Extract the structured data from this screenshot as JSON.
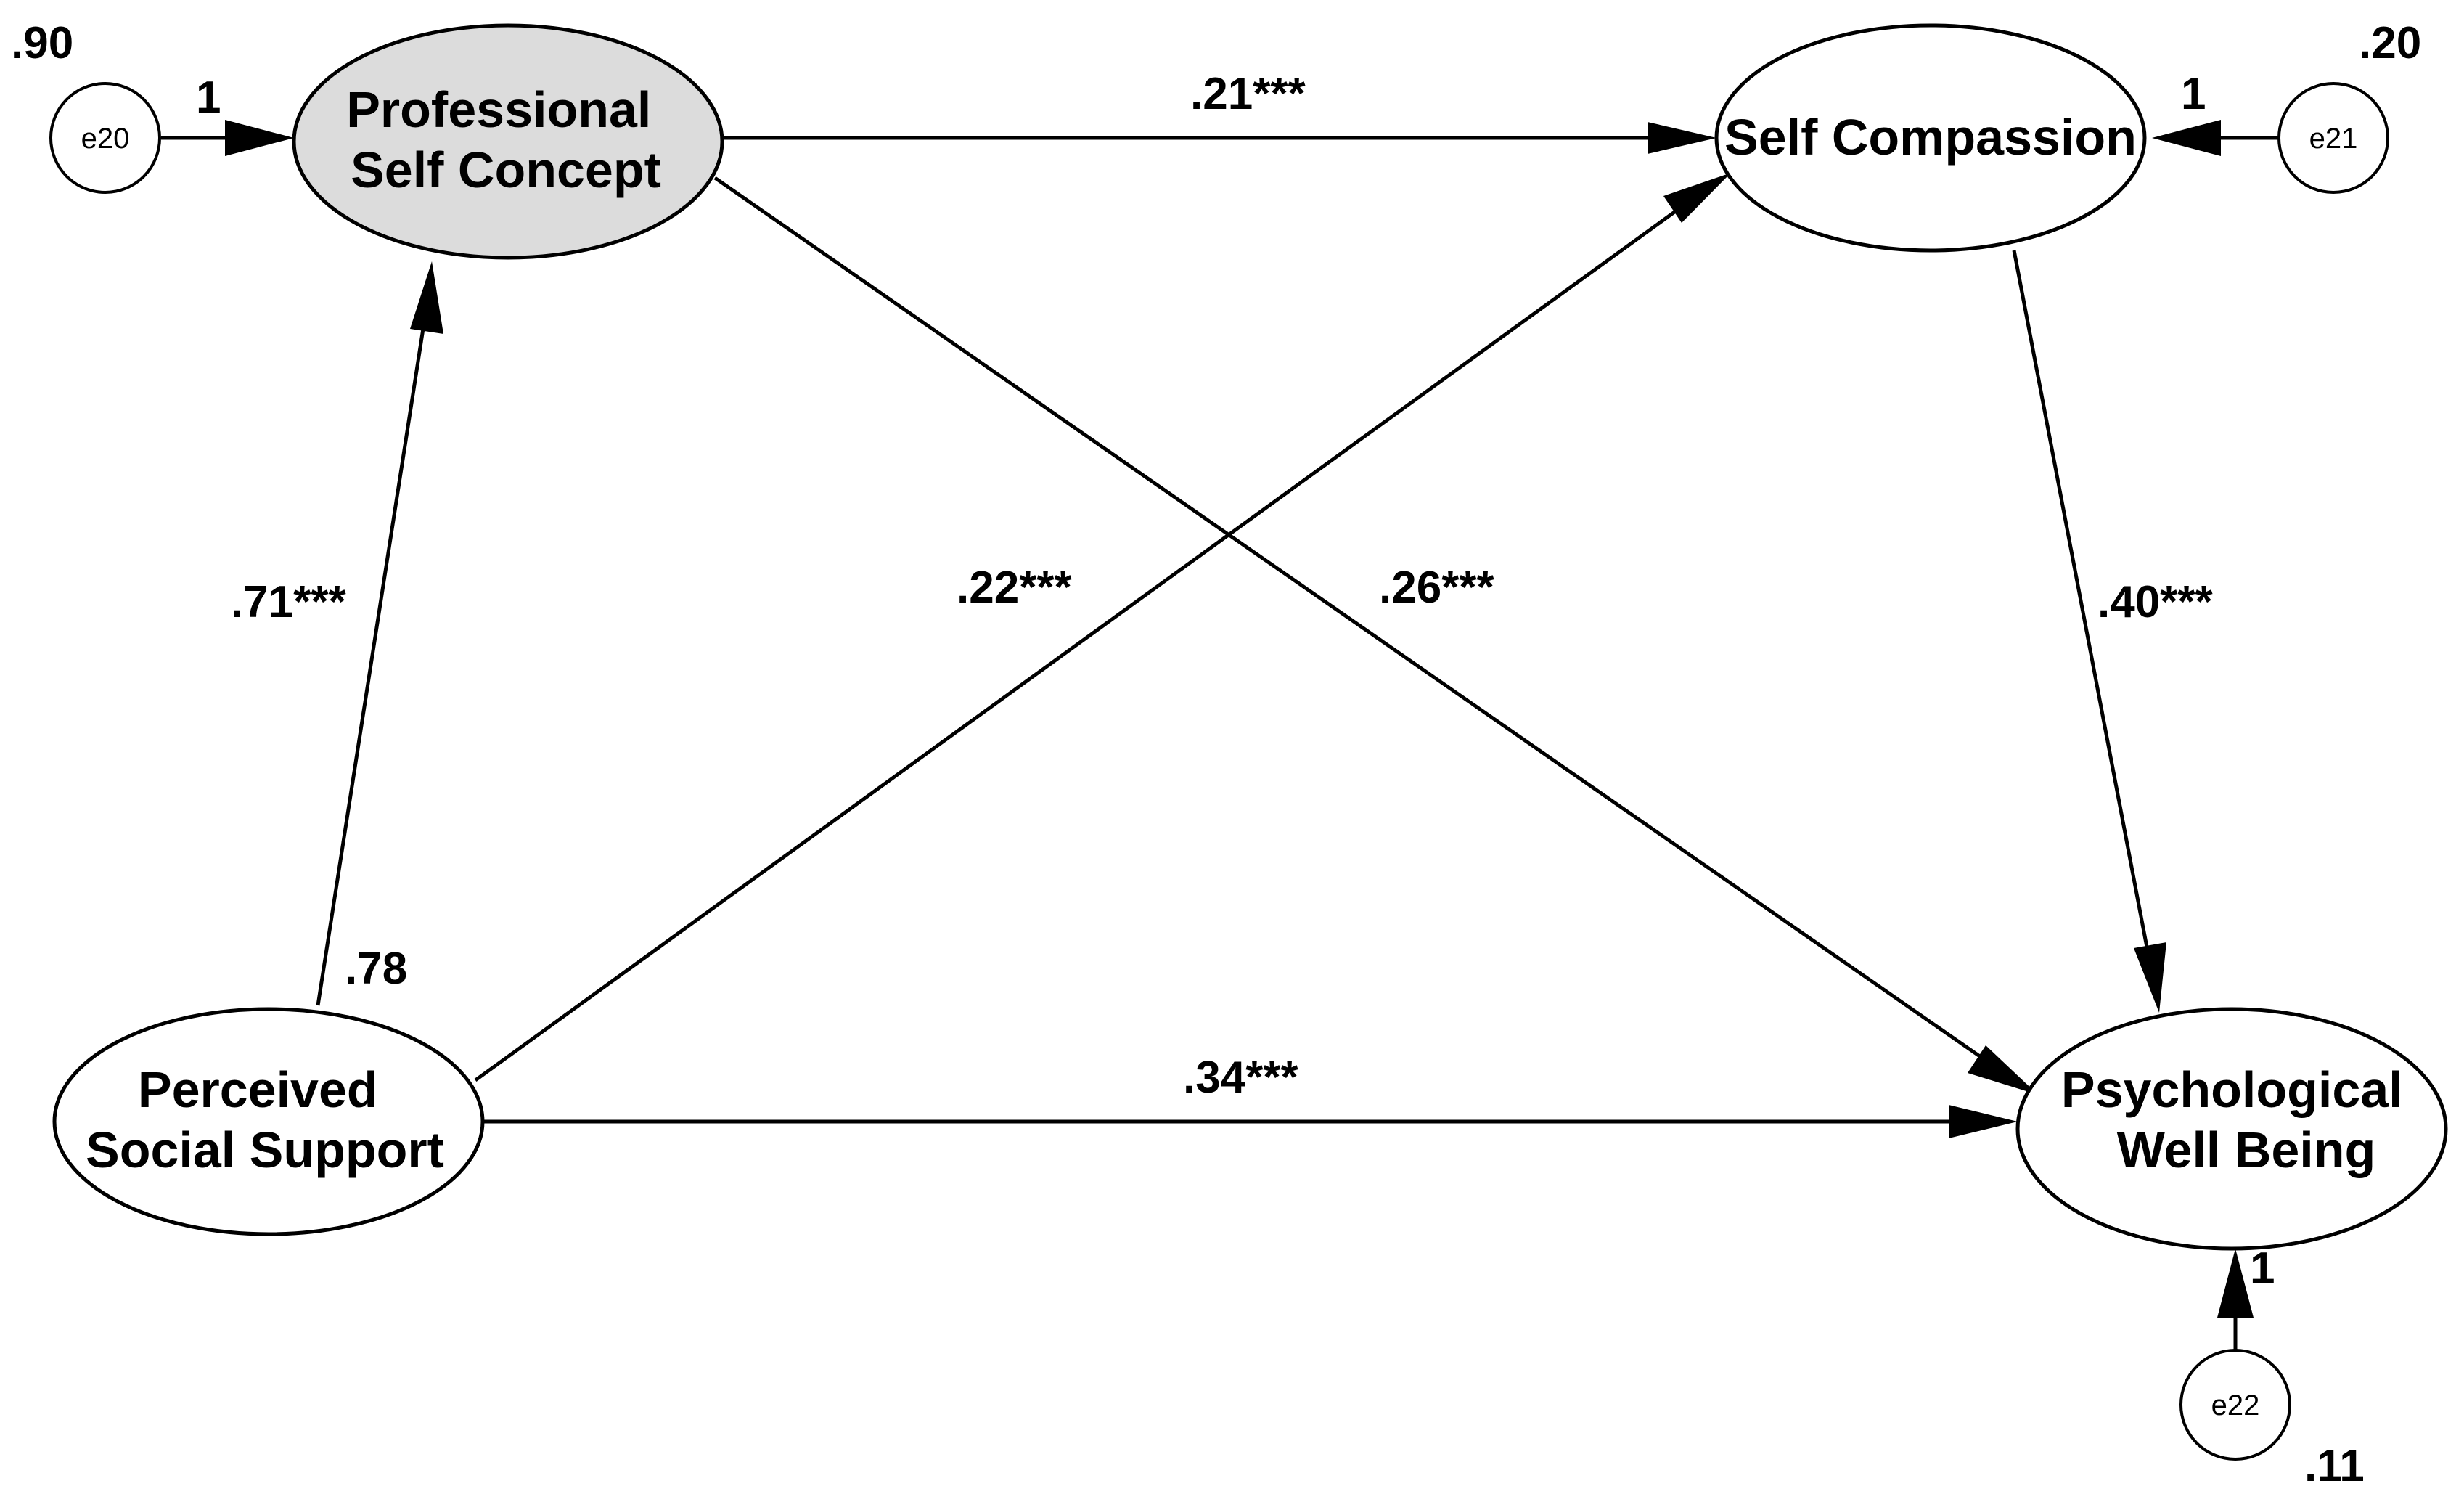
{
  "nodes": {
    "psc": {
      "lines": [
        "Professional",
        "Self Concept"
      ],
      "fill": "#dcdcdc"
    },
    "sc": {
      "lines": [
        "Self Compassion"
      ],
      "fill": "#ffffff"
    },
    "pss": {
      "lines": [
        "Perceived",
        "Social Support"
      ],
      "fill": "#ffffff"
    },
    "pwb": {
      "lines": [
        "Psychological",
        "Well Being"
      ],
      "fill": "#ffffff"
    }
  },
  "errors": {
    "e20": {
      "label": "e20",
      "variance": ".90",
      "weight": "1"
    },
    "e21": {
      "label": "e21",
      "variance": ".20",
      "weight": "1"
    },
    "e22": {
      "label": "e22",
      "variance": ".11",
      "weight": "1"
    }
  },
  "variances": {
    "pss": ".78"
  },
  "paths": {
    "psc_sc": ".21***",
    "pss_psc": ".71***",
    "pss_sc": ".22***",
    "psc_pwb": ".26***",
    "sc_pwb": ".40***",
    "pss_pwb": ".34***"
  }
}
